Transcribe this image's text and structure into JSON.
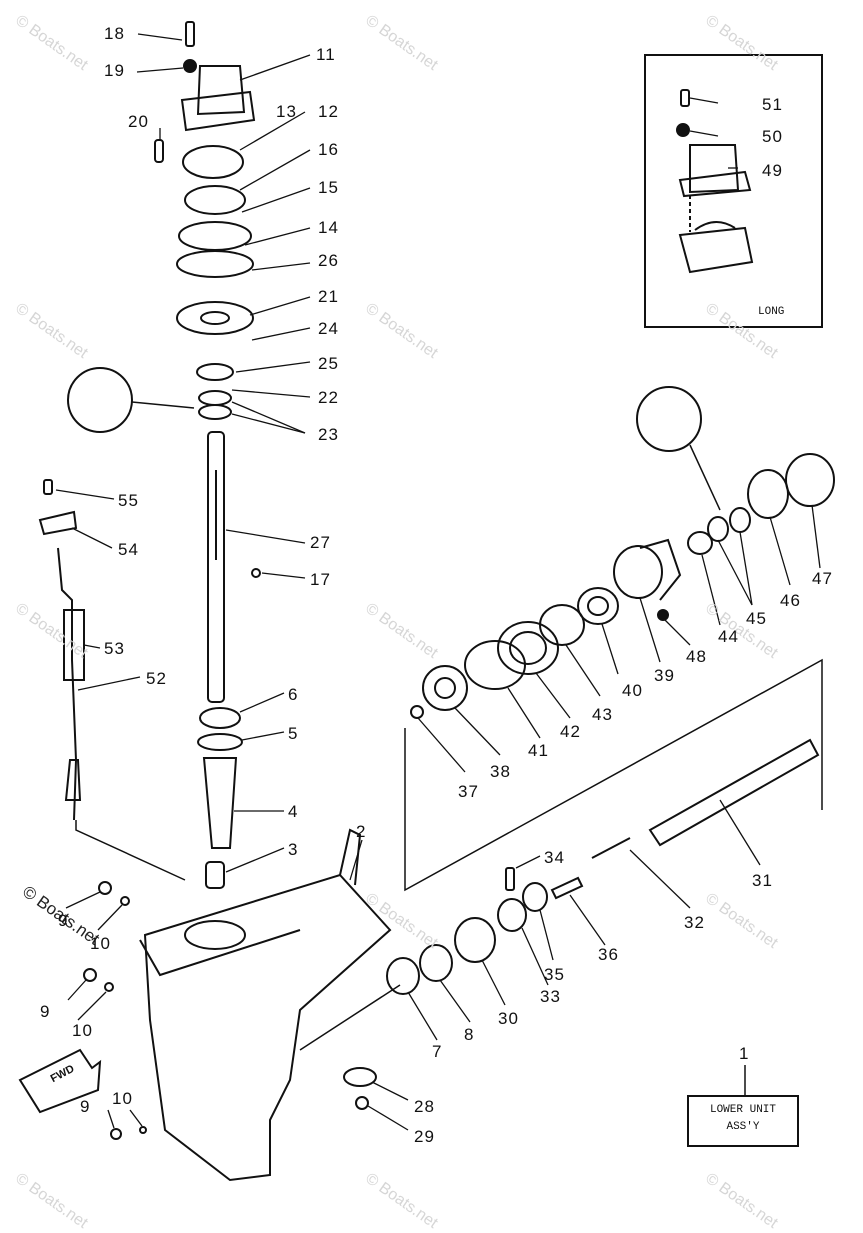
{
  "watermark": "© Boats.net",
  "watermark_dark": "© Boats.net",
  "inset_label": "LONG",
  "assembly_label_line1": "LOWER UNIT",
  "assembly_label_line2": "ASS'Y",
  "assembly_ref": "1",
  "fwd_label": "FWD",
  "callouts": [
    "18",
    "19",
    "11",
    "13",
    "12",
    "20",
    "16",
    "15",
    "14",
    "26",
    "21",
    "24",
    "25",
    "22",
    "23",
    "55",
    "27",
    "54",
    "17",
    "53",
    "52",
    "6",
    "5",
    "4",
    "3",
    "2",
    "9",
    "10",
    "9",
    "10",
    "9",
    "10",
    "51",
    "50",
    "49",
    "44",
    "45",
    "46",
    "47",
    "48",
    "39",
    "40",
    "43",
    "42",
    "41",
    "38",
    "37",
    "34",
    "31",
    "32",
    "36",
    "35",
    "33",
    "30",
    "8",
    "7",
    "28",
    "29"
  ]
}
